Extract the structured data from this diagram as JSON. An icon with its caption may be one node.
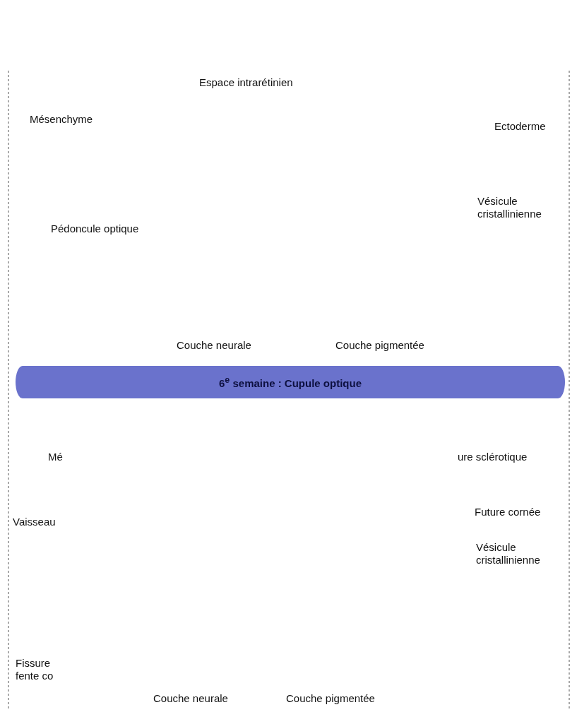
{
  "diagram": {
    "nodes": [
      {
        "text": [
          "6$^{e}$ semaine : Cupule optique"
        ]
      }
    ],
    "labels": [
      "Espace intrarétinien",
      "Mésenchyme",
      "Ectoderme",
      "Vésicule cristallinienne",
      "Pédoncule optique",
      "Couche neurale",
      "Couche pigmentée",
      "Mé",
      "ure sclérotique",
      "Future cornée",
      "Vaisseau",
      "Vésicule cristallinienne",
      "Fissure fente co",
      "Couche neurale",
      "Couche pigmentée"
    ]
  }
}
